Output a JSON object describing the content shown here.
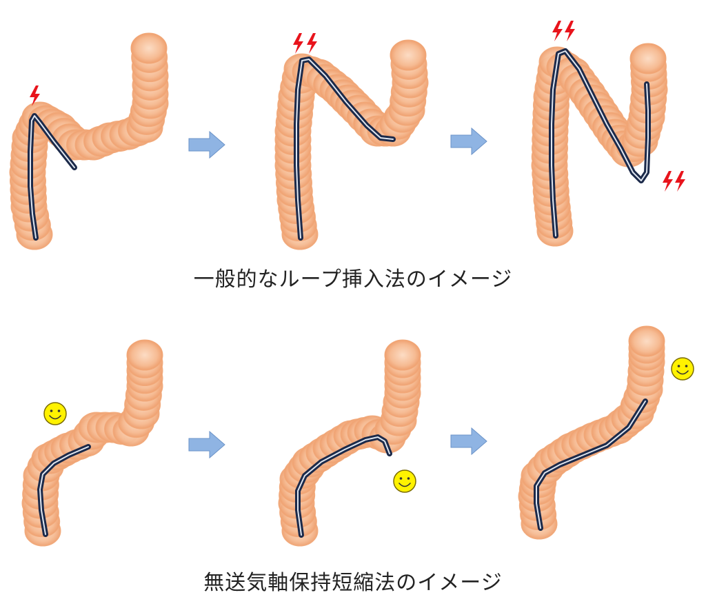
{
  "captions": {
    "loop_method": "一般的なループ挿入法のイメージ",
    "axis_method": "無送気軸保持短縮法のイメージ"
  },
  "colors": {
    "colon_outer": "#f2a878",
    "colon_inner": "#fbd8c0",
    "scope_dark": "#1c2a4a",
    "scope_light": "#dfe6f0",
    "arrow_fill": "#8fb4e3",
    "arrow_stroke": "#6b93c8",
    "lightning": "#e8141c",
    "smiley_fill": "#fff200",
    "smiley_stroke": "#7a6b00"
  },
  "icons": {
    "pain": "lightning-icon",
    "comfort": "smiley-icon",
    "progression": "arrow-right-icon"
  },
  "rows": [
    {
      "name": "loop-method",
      "panels": [
        {
          "pain_marks": 1,
          "comfort_marks": 0
        },
        {
          "pain_marks": 2,
          "comfort_marks": 0
        },
        {
          "pain_marks": 4,
          "comfort_marks": 0
        }
      ]
    },
    {
      "name": "axis-method",
      "panels": [
        {
          "pain_marks": 0,
          "comfort_marks": 1
        },
        {
          "pain_marks": 0,
          "comfort_marks": 1
        },
        {
          "pain_marks": 0,
          "comfort_marks": 1
        }
      ]
    }
  ]
}
